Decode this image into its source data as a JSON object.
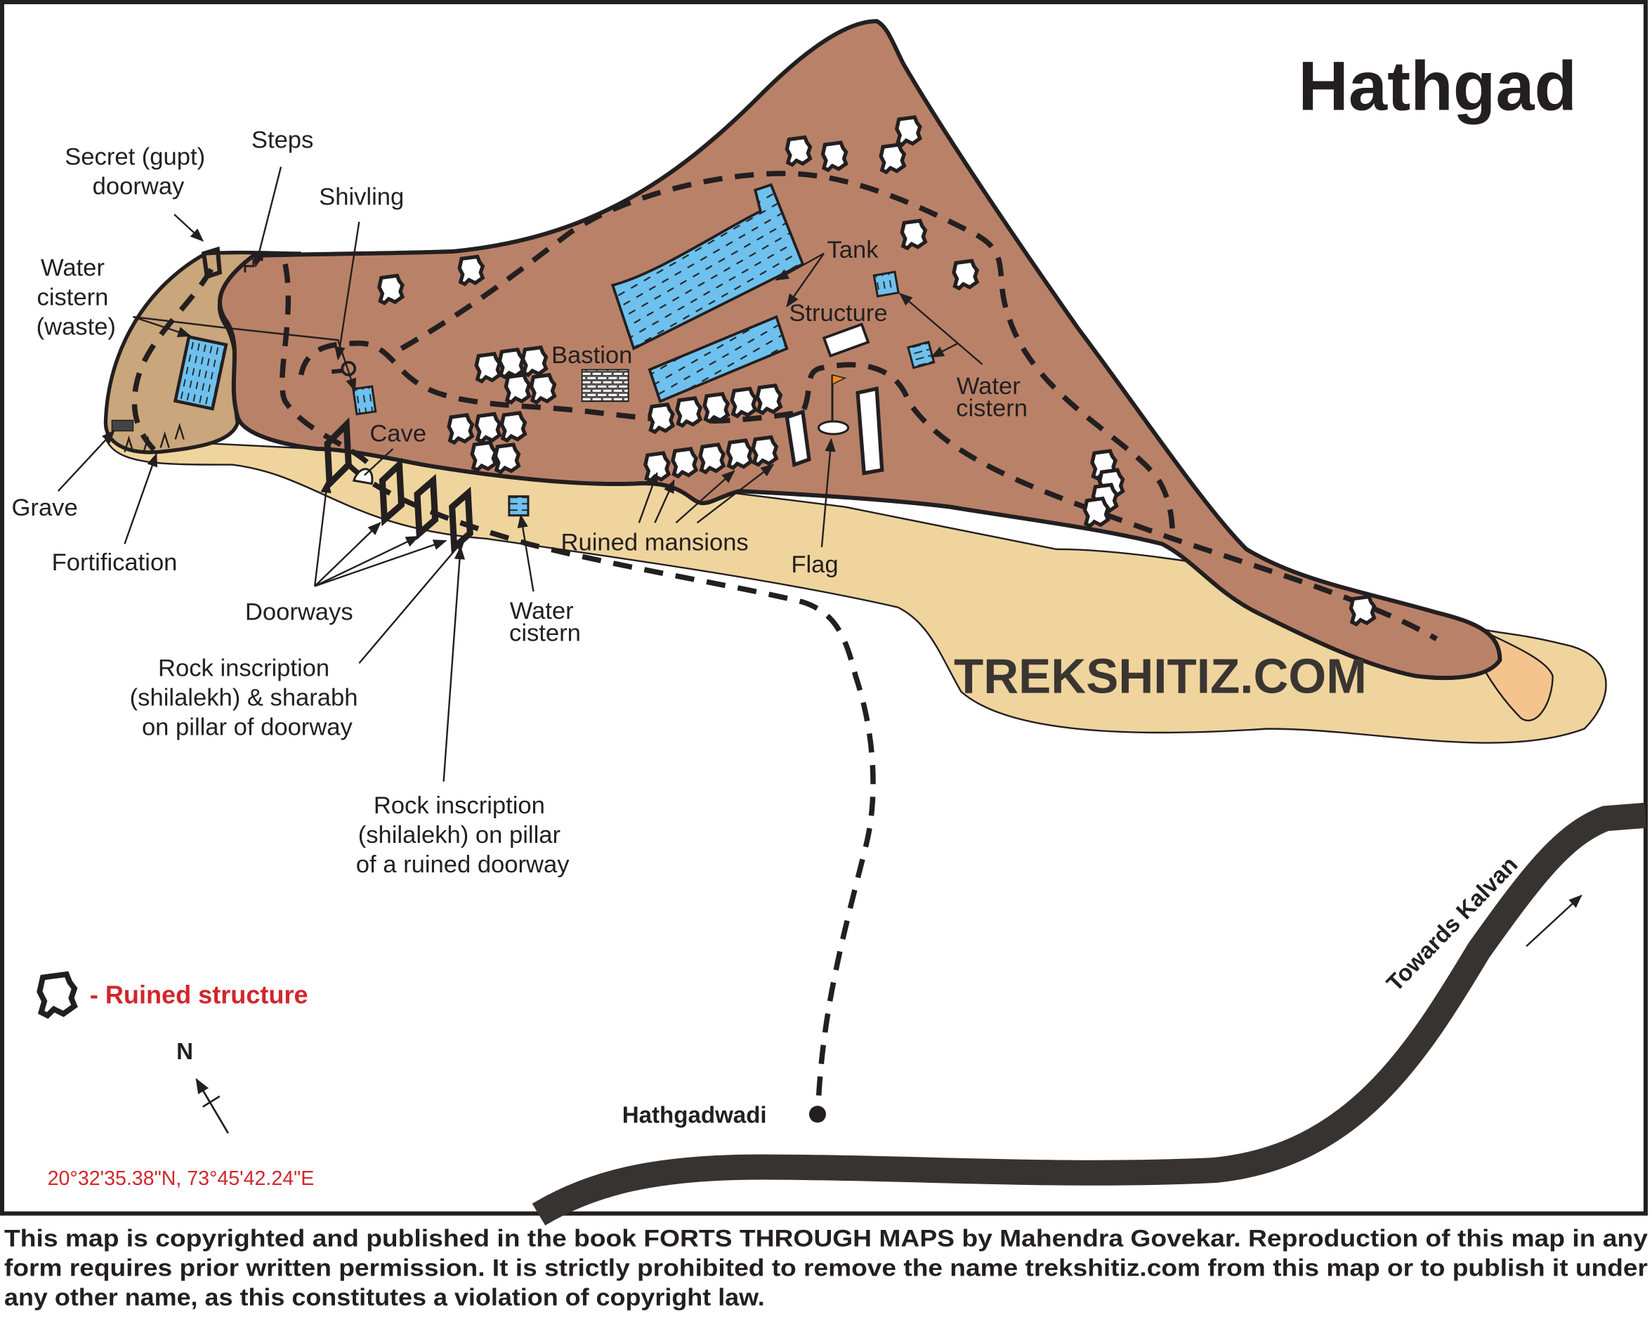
{
  "title": "Hathgad",
  "watermark": "TREKSHITIZ.COM",
  "colors": {
    "plateau": "#b98268",
    "lower_slope": "#efd49d",
    "western_spur": "#c9a67b",
    "tail_tip": "#f5c48e",
    "water": "#6ec1ee",
    "road": "#373331",
    "ink": "#231f20",
    "legend_red": "#d1262b",
    "flag": "#f08a1c"
  },
  "labels": {
    "secret_doorway": [
      "Secret (gupt)",
      "doorway"
    ],
    "steps": "Steps",
    "shivling": "Shivling",
    "water_cistern_waste": [
      "Water",
      "cistern",
      "(waste)"
    ],
    "tank": "Tank",
    "bastion": "Bastion",
    "structure": "Structure",
    "water_cistern_right": [
      "Water",
      "cistern"
    ],
    "cave": "Cave",
    "grave": "Grave",
    "fortification": "Fortification",
    "doorways": "Doorways",
    "water_cistern_bottom": [
      "Water",
      "cistern"
    ],
    "ruined_mansions": "Ruined mansions",
    "flag": "Flag",
    "rock_inscription_1": [
      "Rock inscription",
      "(shilalekh) & sharabh",
      "on pillar of doorway"
    ],
    "rock_inscription_2": [
      "Rock inscription",
      "(shilalekh) on pillar",
      "of a ruined doorway"
    ],
    "village": "Hathgadwadi",
    "towards": "Towards Kalvan"
  },
  "legend": {
    "ruined_structure": "- Ruined structure"
  },
  "compass": {
    "north": "N"
  },
  "coordinates": "20°32'35.38\"N, 73°45'42.24\"E",
  "copyright": [
    "This map is copyrighted and published in the book FORTS THROUGH MAPS by Mahendra Govekar. Reproduction of this map in any",
    "form requires prior written permission. It is strictly prohibited to remove the name trekshitiz.com from this map or to publish it under",
    "any other name, as this constitutes a violation of copyright law."
  ]
}
